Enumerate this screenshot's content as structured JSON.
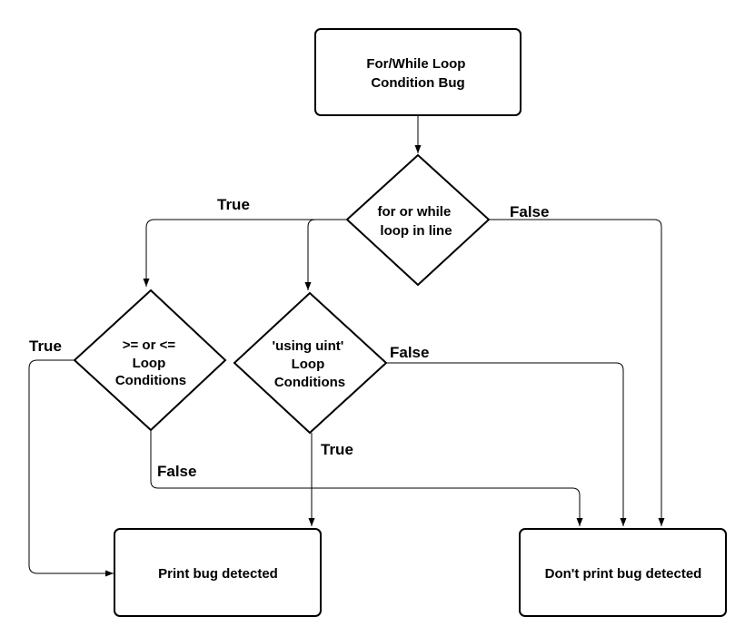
{
  "nodes": {
    "start": {
      "lines": [
        "For/While Loop",
        "Condition Bug"
      ]
    },
    "loop_check": {
      "lines": [
        "for or while",
        "loop in line"
      ]
    },
    "comparison_check": {
      "lines": [
        ">= or <=",
        "Loop",
        "Conditions"
      ]
    },
    "uint_check": {
      "lines": [
        "'using uint'",
        "Loop",
        "Conditions"
      ]
    },
    "print_bug": {
      "lines": [
        "Print bug detected"
      ]
    },
    "no_print_bug": {
      "lines": [
        "Don't print bug detected"
      ]
    }
  },
  "edges": {
    "loop_true": "True",
    "loop_false": "False",
    "comparison_true": "True",
    "comparison_false": "False",
    "uint_true": "True",
    "uint_false": "False"
  }
}
